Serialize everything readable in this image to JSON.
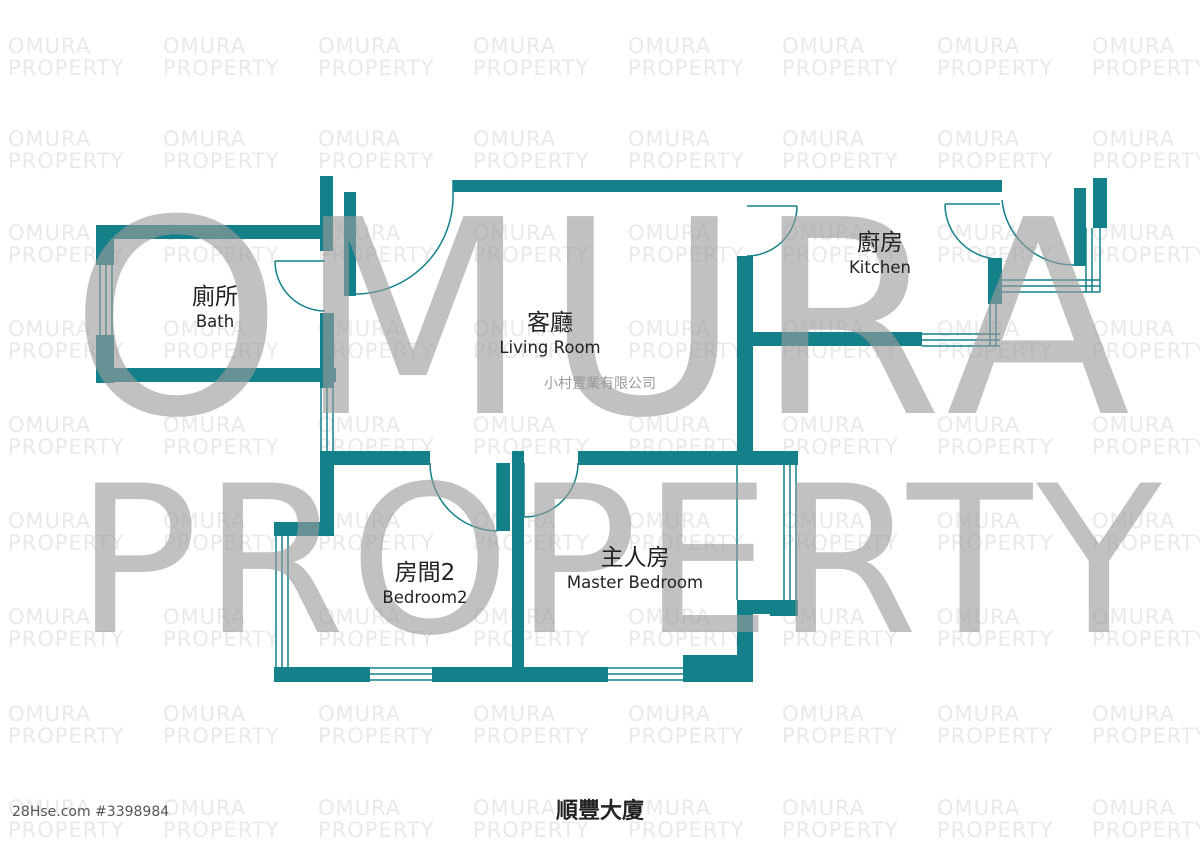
{
  "watermark": {
    "tile_line1": "OMURA",
    "tile_line2": "PROPERTY",
    "big_line1": "OMURA",
    "big_line2": "PROPERTY"
  },
  "colors": {
    "wall": "#13808a",
    "window_line": "#13808a",
    "door_line": "#13808a",
    "watermark_tile": "#e9e9e9",
    "watermark_big": "#9b9b9b"
  },
  "rooms": {
    "bath": {
      "zh": "廁所",
      "en": "Bath"
    },
    "living": {
      "zh": "客廳",
      "en": "Living Room"
    },
    "kitchen": {
      "zh": "廚房",
      "en": "Kitchen"
    },
    "bedroom2": {
      "zh": "房間2",
      "en": "Bedroom2"
    },
    "master": {
      "zh": "主人房",
      "en": "Master Bedroom"
    }
  },
  "agency_mark": "小村置業有限公司",
  "building_name": "順豐大廈",
  "listing_id": "28Hse.com #3398984"
}
